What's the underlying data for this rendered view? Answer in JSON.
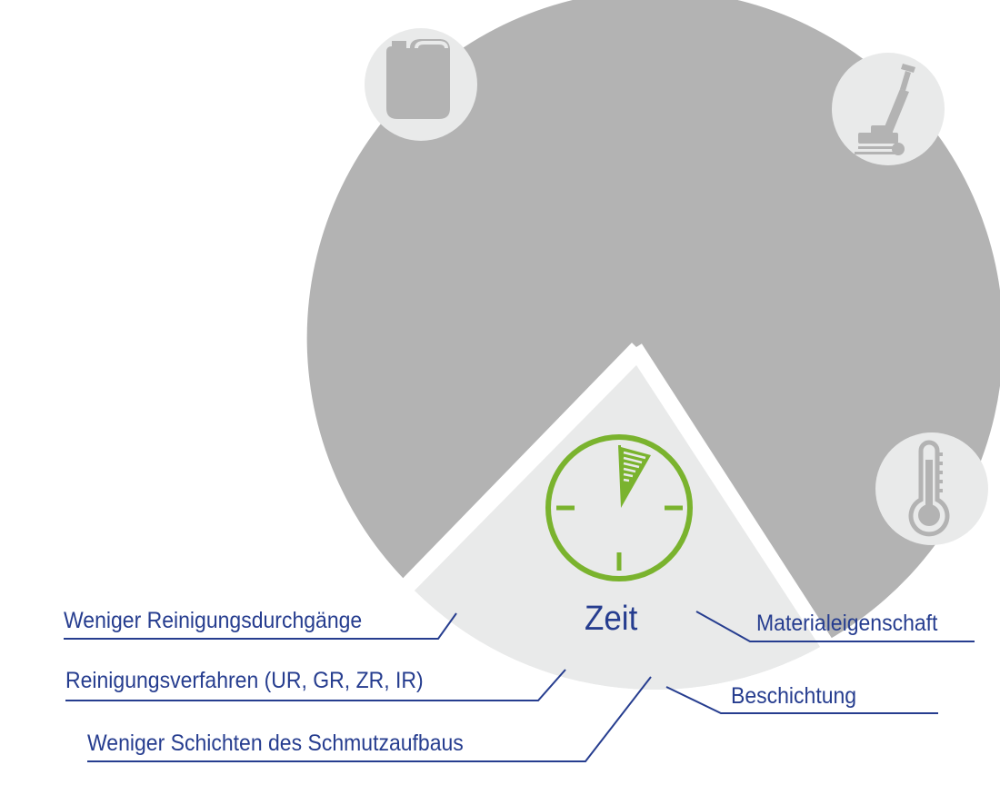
{
  "diagram": {
    "center_label": "Zeit",
    "icons": [
      {
        "name": "canister-icon"
      },
      {
        "name": "floor-machine-icon"
      },
      {
        "name": "thermometer-icon"
      },
      {
        "name": "clock-icon"
      }
    ],
    "labels": {
      "left": [
        "Weniger Reinigungsdurchgänge",
        "Reinigungsverfahren (UR, GR, ZR, IR)",
        "Weniger Schichten des Schmutzaufbaus"
      ],
      "right": [
        "Materialeigenschaft",
        "Beschichtung"
      ]
    }
  },
  "colors": {
    "dark_sector": "#b3b3b3",
    "light_sector": "#e9eaea",
    "icon_bg": "#e9eaea",
    "icon_fg": "#b3b3b3",
    "accent_green": "#7ab32e",
    "label_blue": "#263d8f"
  }
}
